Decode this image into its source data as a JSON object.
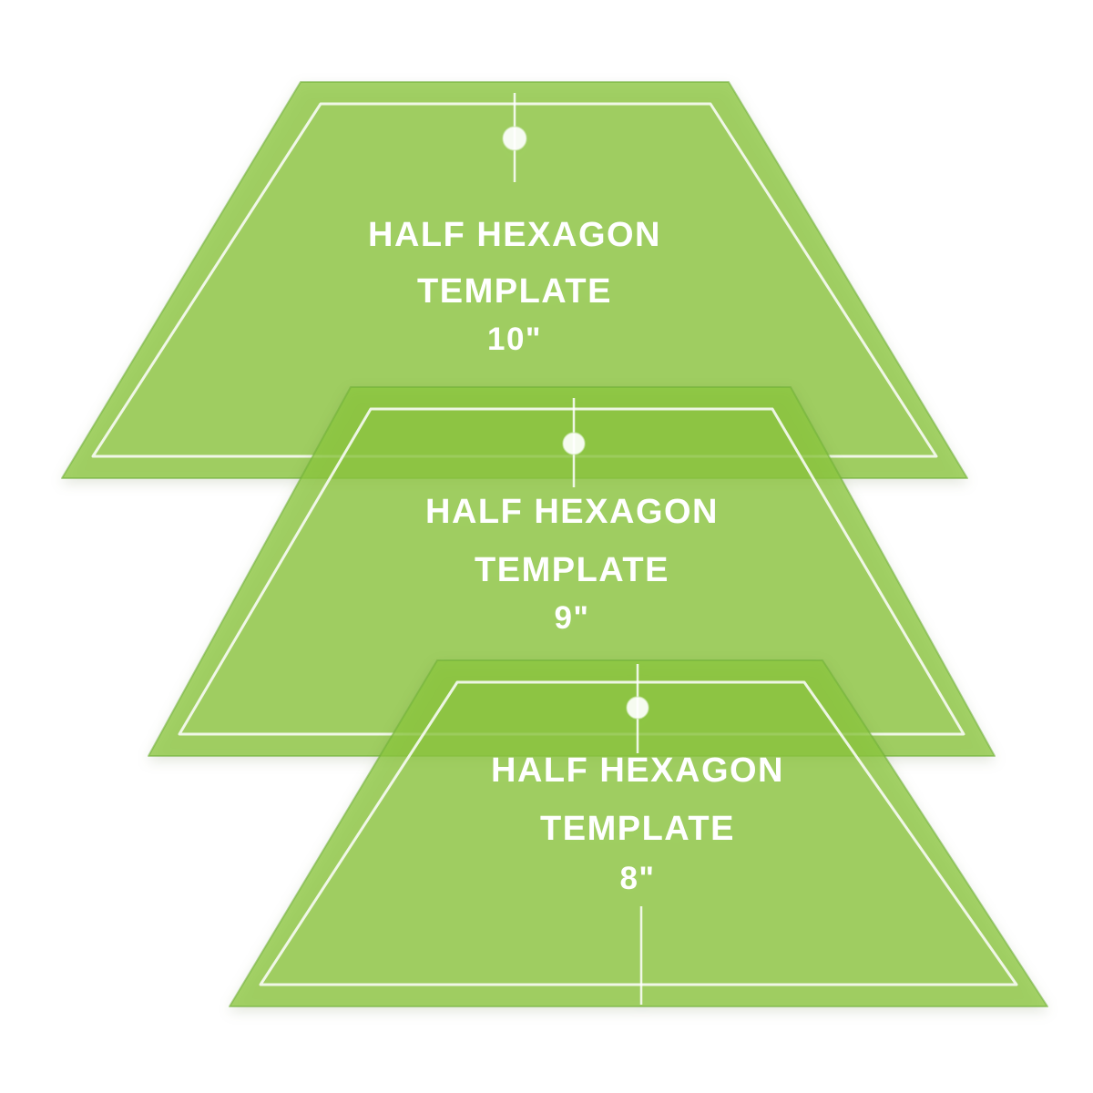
{
  "scene": {
    "type": "product-photo",
    "background_color": "#ffffff",
    "subject": "Three translucent green half hexagon quilting templates fanned on white background"
  },
  "colors": {
    "template_green": "#8cc63f",
    "template_edge": "#6fae39",
    "marking_white": "#ffffff",
    "text_white": "#ffffff"
  },
  "templates": [
    {
      "id": "10-inch",
      "line1": "HALF HEXAGON",
      "line2": "TEMPLATE",
      "size_label": "10\""
    },
    {
      "id": "9-inch",
      "line1": "HALF HEXAGON",
      "line2": "TEMPLATE",
      "size_label": "9\""
    },
    {
      "id": "8-inch",
      "line1": "HALF HEXAGON",
      "line2": "TEMPLATE",
      "size_label": "8\""
    }
  ]
}
